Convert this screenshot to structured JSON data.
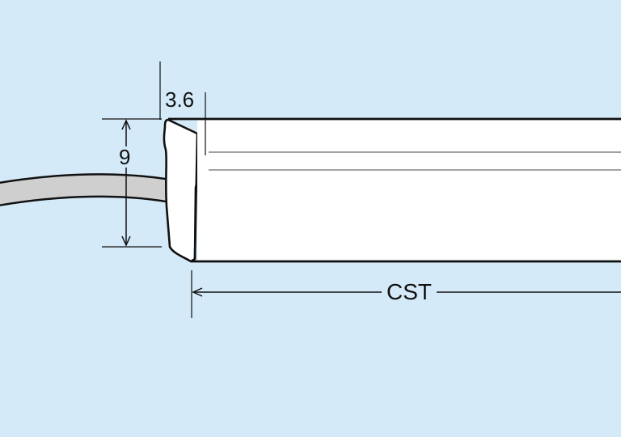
{
  "dimensions": {
    "thickness": "3.6",
    "height": "9",
    "length": "CST"
  },
  "colors": {
    "background": "#d4eaf8",
    "outline": "#111111",
    "profile_fill": "#ffffff",
    "cable_fill": "#cfcfcf"
  }
}
